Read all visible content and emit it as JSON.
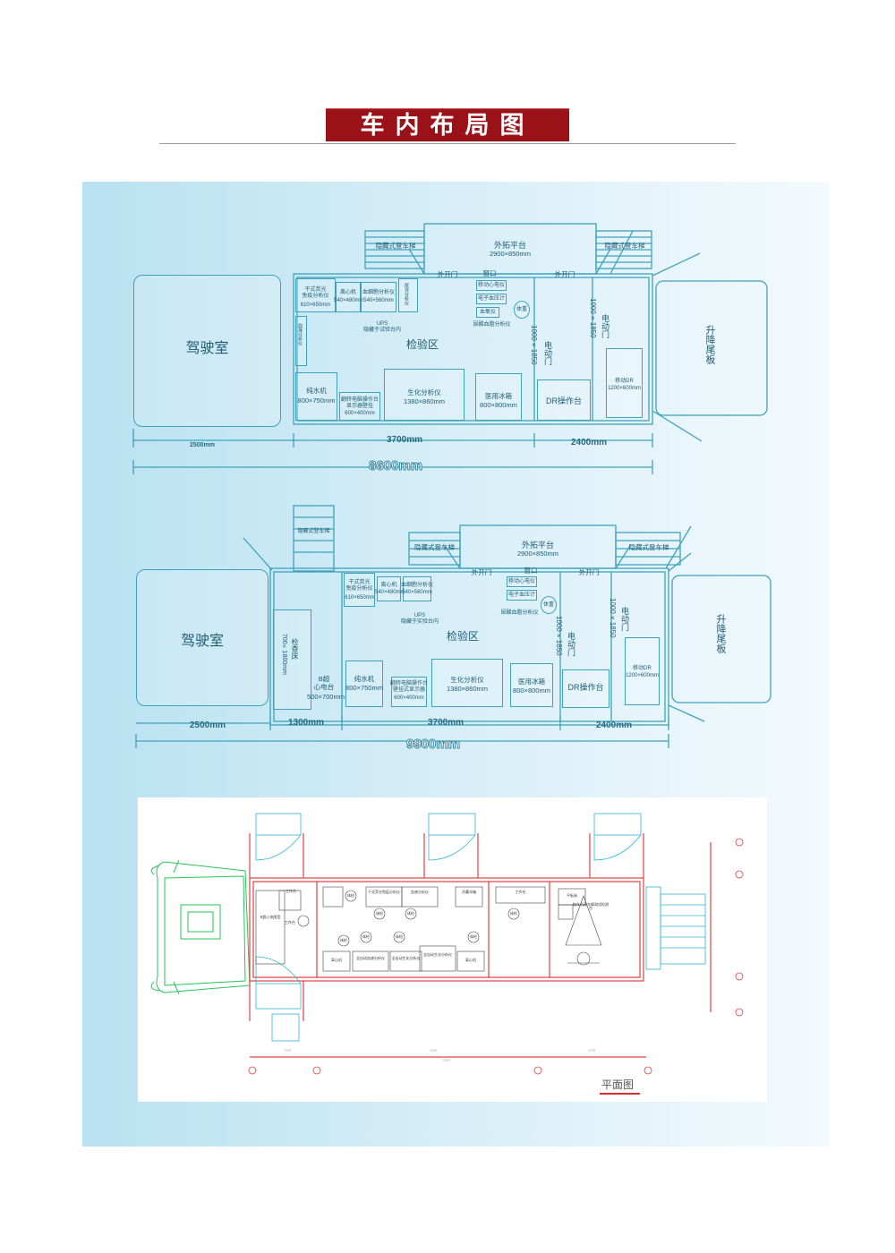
{
  "header": {
    "title": "车内布局图"
  },
  "plan1": {
    "cab": "驾驶室",
    "lift_tail": "升降尾板",
    "ext_platform": "外拓平台",
    "ext_platform_size": "2900×850mm",
    "hidden_stairs_left": "隐藏式登车梯",
    "hidden_stairs_right": "隐藏式登车梯",
    "door_left": "外开门",
    "door_right": "外开门",
    "window": "窗口",
    "lab_area": "检验区",
    "immuno": "干式荧光\n免疫分析仪",
    "immuno_size": "610×650mm",
    "centrifuge": "离心机",
    "centrifuge_size": "540×480mm",
    "blood_cell": "血细胞分析仪",
    "blood_cell_size": "540×560mm",
    "v_small_1": "尿液分析仪",
    "v_small_2": "血凝分析仪",
    "ups": "UPS\n隐藏于试验台内",
    "water": "纯水机",
    "water_size": "800×750mm",
    "pc_desk": "翻转电脑操作台\n显示器壁挂",
    "pc_desk_size": "600×400mm",
    "biochem": "生化分析仪",
    "biochem_size": "1380×860mm",
    "fridge": "医用冰箱",
    "fridge_size": "800×800mm",
    "mobile_mon": "移动心电仪",
    "bp": "电子血压计",
    "oximeter": "血氧仪",
    "urine": "尿酸血脂分析仪",
    "weigh": "体重",
    "elec_door": "电动门",
    "elec_door_size": "1000×1850",
    "v_size_1": "1000×1850",
    "dr_desk": "DR操作台",
    "mobile_dr": "移动DR",
    "mobile_dr_size": "1200×600mm",
    "dim_left": "2500mm",
    "dim_mid": "3700mm",
    "dim_right": "2400mm",
    "dim_total": "8600mm"
  },
  "plan2": {
    "cab": "驾驶室",
    "lift_tail": "升降尾板",
    "hidden_stairs_top": "隐藏式登车梯",
    "hidden_stairs_left": "隐藏式登车梯",
    "hidden_stairs_right": "隐藏式登车梯",
    "ext_platform": "外拓平台",
    "ext_platform_size": "2900×850mm",
    "door_left": "外开门",
    "door_right": "外开门",
    "window": "窗口",
    "lab_area": "检验区",
    "bed": "检查床",
    "bed_size": "700×1800mm",
    "b_ultra": "B超\n心电台",
    "b_ultra_size": "500×700mm",
    "immuno": "干式荧光\n免疫分析仪",
    "immuno_size": "610×650mm",
    "centrifuge": "离心机",
    "centrifuge_size": "540×480mm",
    "blood_cell": "血细胞分析仪",
    "blood_cell_size": "540×560mm",
    "ups": "UPS\n隐藏于实验台内",
    "water": "纯水机",
    "water_size": "800×750mm",
    "pc_desk": "翻转电脑操作台\n壁挂式显示器",
    "pc_desk_size": "600×400mm",
    "biochem": "生化分析仪",
    "biochem_size": "1380×860mm",
    "fridge": "医用冰箱",
    "fridge_size": "800×800mm",
    "mobile_mon": "移动心电仪",
    "bp": "电子血压计",
    "urine": "尿酸血脂分析仪",
    "weigh": "体重",
    "elec_door": "电动门",
    "elec_door_size": "1000×1850",
    "v_size_1": "1000×1850",
    "dr_desk": "DR操作台",
    "mobile_dr": "移动DR",
    "mobile_dr_size": "1200×600mm",
    "dim_1": "2500mm",
    "dim_2": "1300mm",
    "dim_3": "3700mm",
    "dim_4": "2400mm",
    "dim_total": "9900mm"
  },
  "blueprint": {
    "caption": "平面图",
    "rooms": [
      "工作台",
      "B超心电图室",
      "工作台",
      "体检",
      "干式荧光免疫分析仪",
      "血液分析仪",
      "冷藏冰箱",
      "工作台",
      "平板床",
      "拖车机动车辆测试检测台",
      "体检",
      "体检",
      "体检",
      "体检",
      "体检",
      "体检",
      "体检",
      "离心机",
      "全自动血液分析仪",
      "全自动生化分析仪",
      "全自动生化分析仪",
      "离心机"
    ],
    "dim_labels": [
      "1550",
      "5200",
      "2550",
      "9300"
    ]
  }
}
